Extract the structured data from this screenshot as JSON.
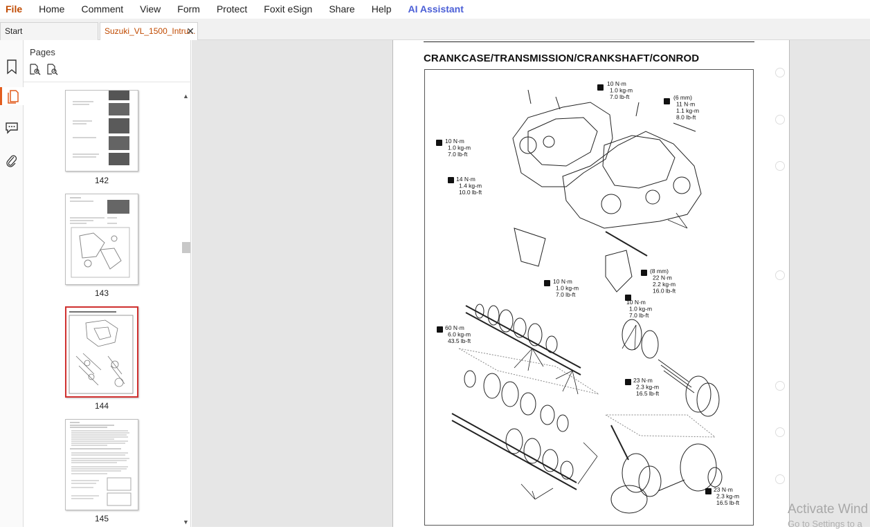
{
  "menu": {
    "items": [
      "File",
      "Home",
      "Comment",
      "View",
      "Form",
      "Protect",
      "Foxit eSign",
      "Share",
      "Help",
      "AI Assistant"
    ]
  },
  "tabs": {
    "start_label": "Start",
    "doc_label": "Suzuki_VL_1500_Intru...",
    "close_glyph": "✕"
  },
  "pages_panel": {
    "title": "Pages",
    "thumbnails": [
      {
        "label": "142"
      },
      {
        "label": "143"
      },
      {
        "label": "144",
        "selected": true
      },
      {
        "label": "145"
      }
    ]
  },
  "document": {
    "title": "CRANKCASE/TRANSMISSION/CRANKSHAFT/CONROD",
    "torques": [
      {
        "id": "t1",
        "lines": [
          "10 N·m",
          "1.0 kg-m",
          "7.0 lb-ft"
        ]
      },
      {
        "id": "t2",
        "lines": [
          "(6 mm)",
          "11 N·m",
          "1.1 kg-m",
          "8.0 lb-ft"
        ]
      },
      {
        "id": "t3",
        "lines": [
          "10 N·m",
          "1.0 kg-m",
          "7.0 lb-ft"
        ]
      },
      {
        "id": "t4",
        "lines": [
          "14 N·m",
          "1.4 kg-m",
          "10.0 lb-ft"
        ]
      },
      {
        "id": "t5",
        "lines": [
          "10 N·m",
          "1.0 kg-m",
          "7.0 lb-ft"
        ]
      },
      {
        "id": "t6",
        "lines": [
          "(8 mm)",
          "22 N·m",
          "2.2 kg-m",
          "16.0 lb-ft"
        ]
      },
      {
        "id": "t7",
        "lines": [
          "10 N·m",
          "1.0 kg-m",
          "7.0 lb-ft"
        ]
      },
      {
        "id": "t8",
        "lines": [
          "60 N·m",
          "6.0 kg-m",
          "43.5 lb-ft"
        ]
      },
      {
        "id": "t9",
        "lines": [
          "23 N·m",
          "2.3 kg-m",
          "16.5 lb-ft"
        ]
      },
      {
        "id": "t10",
        "lines": [
          "23 N·m",
          "2.3 kg-m",
          "16.5 lb-ft"
        ]
      }
    ]
  },
  "watermark": {
    "line1": "Activate Wind",
    "line2": "Go to Settings to a"
  },
  "colors": {
    "accent": "#c04a00",
    "ai": "#4a5ed6",
    "selection": "#d0302f"
  }
}
